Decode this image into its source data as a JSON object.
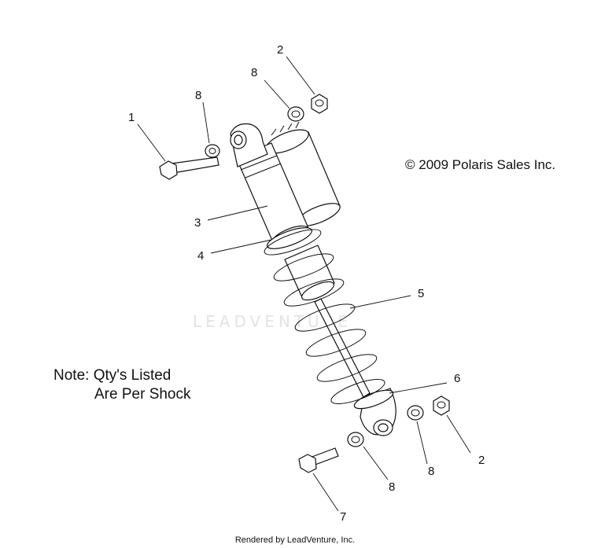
{
  "watermark": "LEADVENTURE",
  "copyright": "© 2009 Polaris Sales Inc.",
  "note": {
    "line1": "Note:  Qty's Listed",
    "line2": "Are Per Shock"
  },
  "footer": "Rendered by LeadVenture, Inc.",
  "callouts": {
    "c1": "1",
    "c2a": "2",
    "c2b": "2",
    "c3": "3",
    "c4": "4",
    "c5": "5",
    "c6": "6",
    "c7": "7",
    "c8a": "8",
    "c8b": "8",
    "c8c": "8",
    "c8d": "8"
  }
}
